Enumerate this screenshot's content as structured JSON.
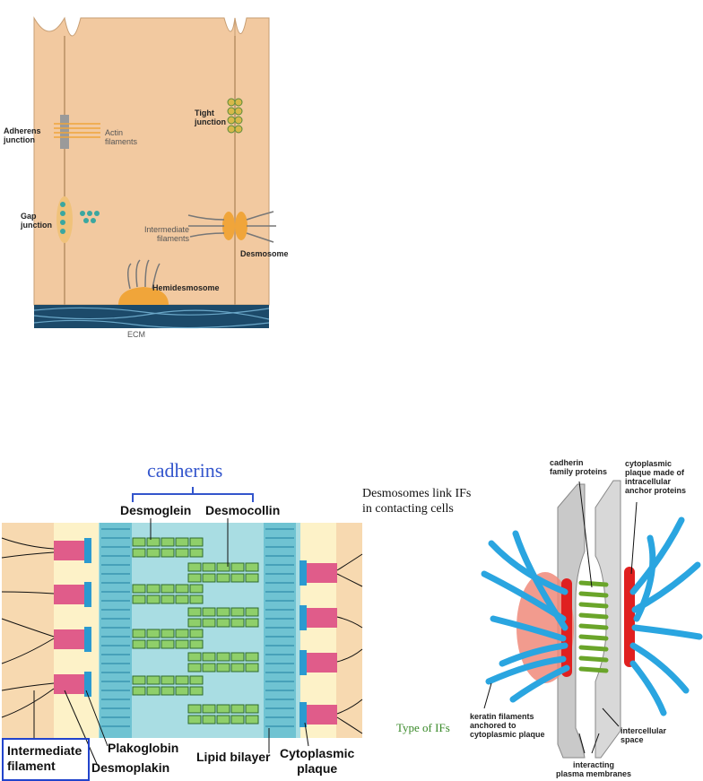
{
  "top_diagram": {
    "labels": {
      "adherens": "Adherens\njunction",
      "actin": "Actin\nfilaments",
      "tight": "Tight\njunction",
      "gap": "Gap\njunction",
      "intermediate": "Intermediate\nfilaments",
      "desmosome": "Desmosome",
      "hemidesmosome": "Hemidesmosome",
      "ecm": "ECM"
    }
  },
  "middle_diagram": {
    "cadherins": "cadherins",
    "desmoglein": "Desmoglein",
    "desmocollin": "Desmocollin",
    "intermediate_filament": "Intermediate\nfilament",
    "plakoglobin": "Plakoglobin",
    "desmoplakin": "Desmoplakin",
    "lipid_bilayer": "Lipid bilayer",
    "cytoplasmic_plaque": "Cytoplasmic\nplaque"
  },
  "caption": {
    "desmosomes": "Desmosomes link IFs\nin contacting cells",
    "types": "Type of IFs"
  },
  "right_diagram": {
    "cadherin_family": "cadherin\nfamily proteins",
    "plaque": "cytoplasmic\nplaque made of\nintracellular\nanchor proteins",
    "keratin": "keratin filaments\nanchored to\ncytoplasmic plaque",
    "intercellular": "intercellular\nspace",
    "membranes": "interacting\nplasma membranes"
  },
  "colors": {
    "cell": "#f2c9a0",
    "cell_border": "#c79e73",
    "plaque_orange": "#f0a53a",
    "filament_blue": "#2aa5e0",
    "pink": "#e05c8a",
    "cyan_bg": "#a9dde3",
    "cream": "#fdf2c8",
    "cadherin_blue": "#3355cc",
    "green_text": "#3a8a2a",
    "red_plaque": "#e02020"
  }
}
